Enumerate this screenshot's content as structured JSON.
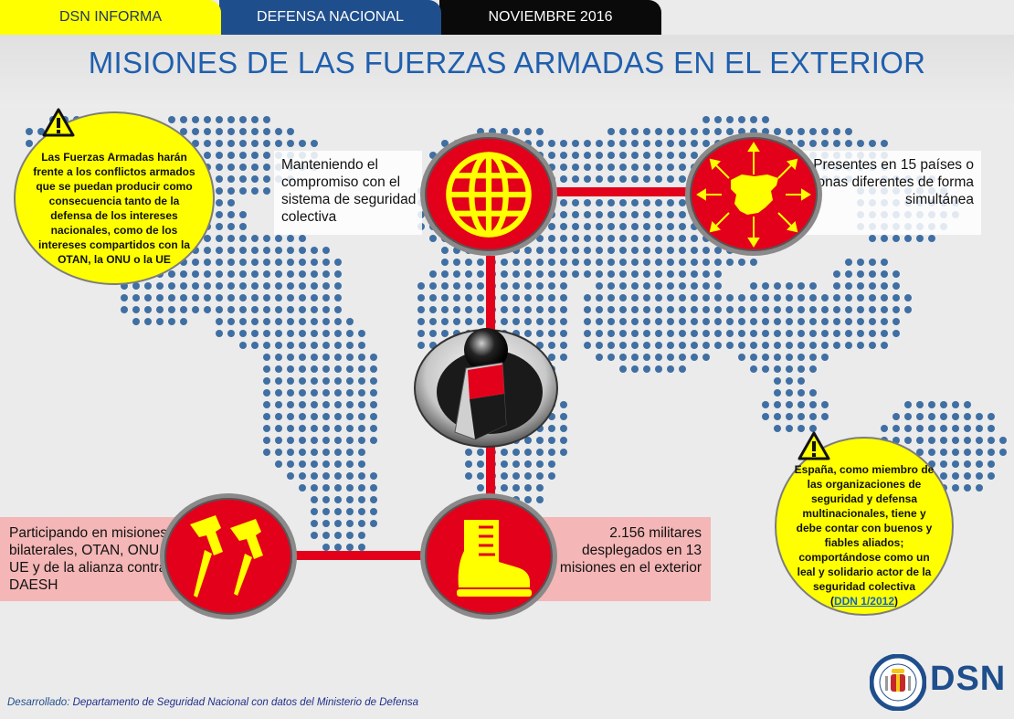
{
  "tabs": {
    "informa": "DSN INFORMA",
    "defensa": "DEFENSA NACIONAL",
    "fecha": "NOVIEMBRE 2016"
  },
  "title": "MISIONES DE LAS FUERZAS ARMADAS EN EL EXTERIOR",
  "left_bubble": {
    "text": "Las Fuerzas Armadas harán frente a los conflictos armados que se puedan producir como consecuencia tanto de la defensa de los intereses nacionales,  como de los intereses compartidos con la OTAN, la ONU o la UE"
  },
  "right_bubble": {
    "text": "España, como miembro de las organizaciones de seguridad y defensa multinacionales, tiene y debe contar con buenos y fiables aliados; comportándose como un leal y solidario actor de la seguridad colectiva",
    "link_text": "DDN 1/2012"
  },
  "nodes": {
    "compromiso": "Manteniendo el compromiso con el sistema de seguridad colectiva",
    "presentes": "Presentes en 15 países o zonas diferentes de forma simultánea",
    "bilaterales": "Participando en misiones bilaterales, OTAN, ONU, UE y de la alianza contra DAESH",
    "militares": "2.156 militares desplegados en 13 misiones en el exterior"
  },
  "footer": {
    "lead": "Desarrollado:",
    "credit": "Departamento de Seguridad Nacional con datos del Ministerio de Defensa",
    "brand": "DSN"
  },
  "colors": {
    "red": "#e3001b",
    "yellow": "#ffff00",
    "title_blue": "#1f5fae",
    "dot_blue": "#3f6fa3"
  },
  "icons": [
    "globe-icon",
    "spain-arrows-icon",
    "pushpins-icon",
    "boot-icon",
    "dsn-emblem-icon",
    "warning-icon"
  ]
}
